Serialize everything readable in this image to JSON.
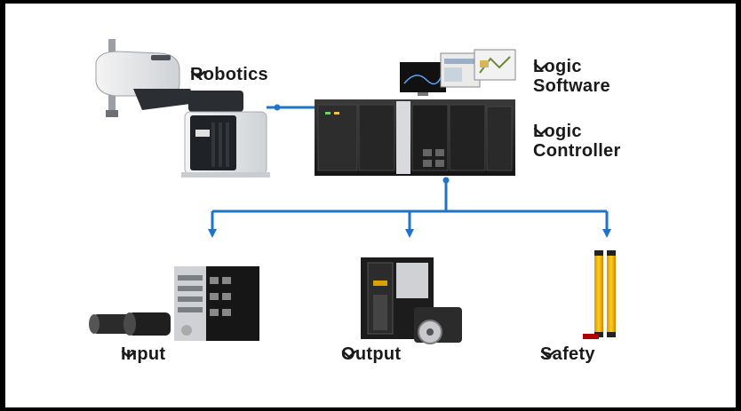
{
  "labels": {
    "robotics": "Robotics",
    "logic_software": "Logic\nSoftware",
    "logic_controller": "Logic\nController",
    "input": "Input",
    "output": "Output",
    "safety": "Safety"
  },
  "colors": {
    "connector": "#1f74c9",
    "text": "#1a1a1a",
    "background": "#ffffff"
  },
  "icons": [
    "chevron-down-icon"
  ]
}
